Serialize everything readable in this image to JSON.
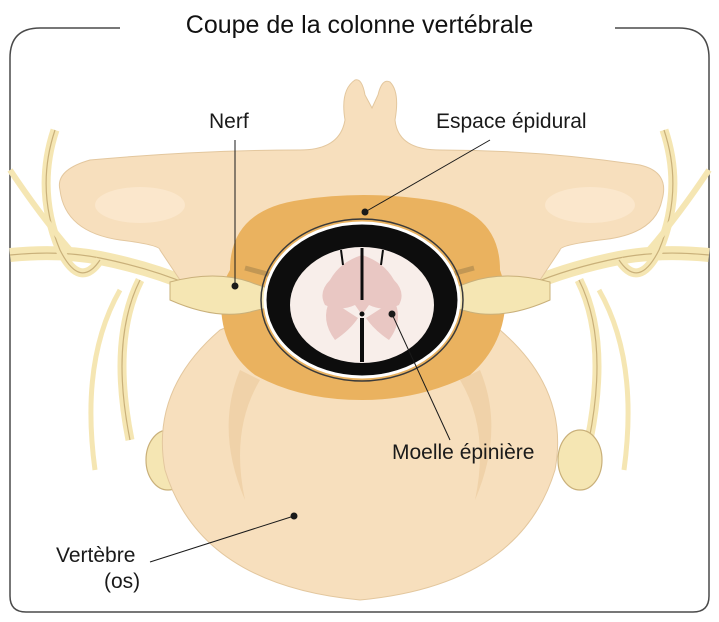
{
  "title": "Coupe de la colonne vertébrale",
  "labels": {
    "nerve": "Nerf",
    "epidural_space": "Espace épidural",
    "spinal_cord": "Moelle épinière",
    "vertebra_line1": "Vertèbre",
    "vertebra_line2": "(os)"
  },
  "colors": {
    "frame": "#4a4a4a",
    "bone": "#f7dfbd",
    "bone_shade": "#ebc99b",
    "epidural": "#eab25f",
    "nerve": "#f5e6b3",
    "nerve_outline": "#c9b07a",
    "canal": "#0d0d0d",
    "cord_white": "#f8eeea",
    "cord_grey": "#e9c7c3",
    "leader": "#1a1a1a"
  }
}
